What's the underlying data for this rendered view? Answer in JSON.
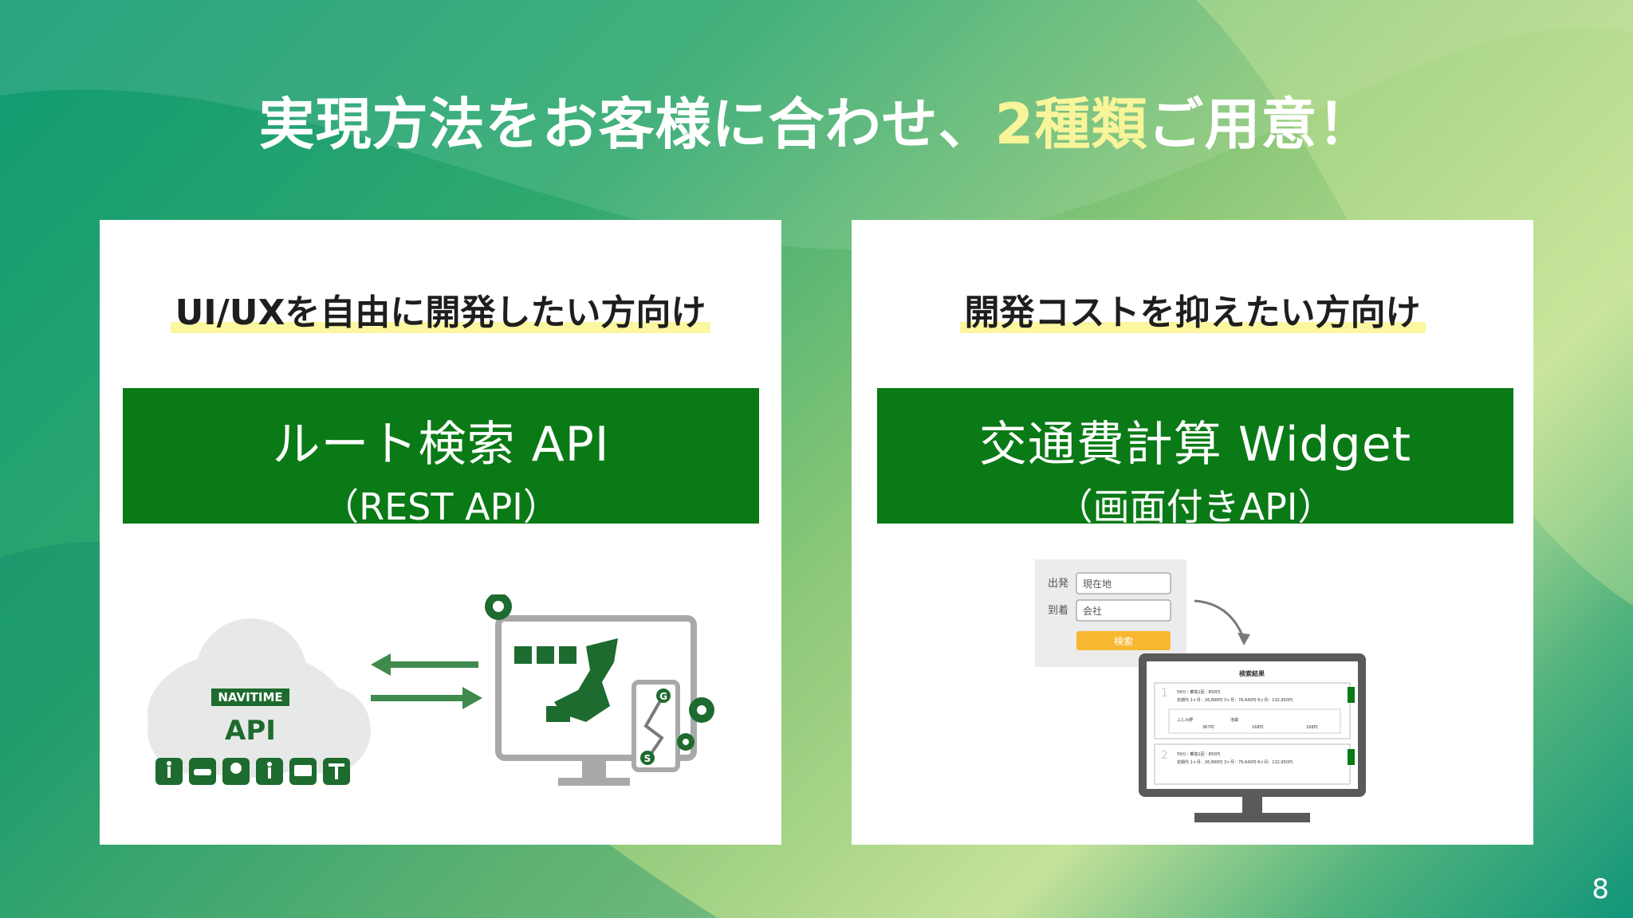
{
  "slide": {
    "title_before": "実現方法をお客様に合わせ、",
    "title_highlight": "2種類",
    "title_after": "ご用意！",
    "page_number": "8"
  },
  "left_card": {
    "subtitle": "UI/UXを自由に開発したい方向け",
    "banner_title": "ルート検索 API",
    "banner_subtitle": "（REST API）",
    "illustration": {
      "cloud_brand": "NAVITIME",
      "cloud_label": "API",
      "icons": [
        "walk-icon",
        "car-icon",
        "pin-icon",
        "person-icon",
        "train-icon",
        "post-icon"
      ],
      "map_markers": [
        "G",
        "S"
      ]
    }
  },
  "right_card": {
    "subtitle": "開発コストを抑えたい方向け",
    "banner_title": "交通費計算 Widget",
    "banner_subtitle": "（画面付きAPI）",
    "widget": {
      "departure_label": "出発",
      "departure_value": "現在地",
      "arrival_label": "到着",
      "arrival_value": "会社",
      "search_button": "検索",
      "result_title": "検索結果",
      "result1_line1": "59分｜乗換1回｜850円",
      "result1_line2": "定期代 1ヶ月：26,890円 3ヶ月：76,640円 6ヶ月：132,950円",
      "result1_from": "ふじみ野",
      "result1_fare1": "367円",
      "result1_via": "池袋",
      "result1_fare2": "168円",
      "result1_fare3": "168円",
      "result2_line1": "59分｜乗換1回｜850円",
      "result2_line2": "定期代 1ヶ月：26,890円 3ヶ月：76,640円 6ヶ月：132,950円",
      "result_num1": "1",
      "result_num2": "2"
    }
  },
  "colors": {
    "banner_green": "#0a7a16",
    "title_highlight": "#f8f49a",
    "marker_yellow": "#fbf7a0",
    "search_button": "#f7b731"
  }
}
